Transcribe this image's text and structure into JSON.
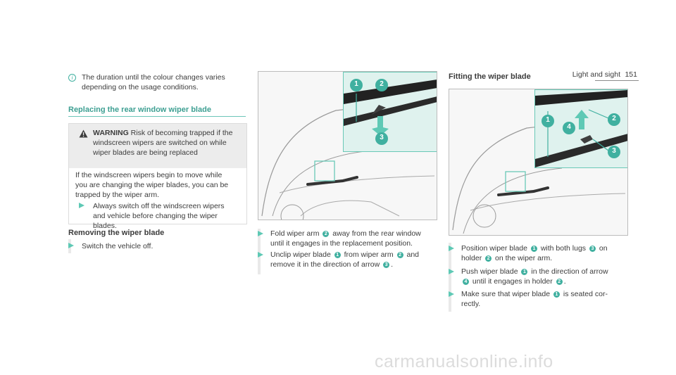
{
  "header": {
    "section": "Light and sight",
    "page": "151"
  },
  "note": {
    "icon": "info-icon",
    "text_line1": "The duration until the colour changes varies",
    "text_line2": "depending on the usage conditions."
  },
  "replacing": {
    "heading": "Replacing the rear window wiper blade",
    "warning": {
      "label": "WARNING",
      "text_line1": "Risk of becoming trapped if the",
      "text_line2": "windscreen wipers are switched on while",
      "text_line3": "wiper blades are being replaced",
      "body_line1": "If the windscreen wipers begin to move while",
      "body_line2": "you are changing the wiper blades, you can be",
      "body_line3": "trapped by the wiper arm.",
      "bullet_line1": "Always switch off the windscreen wipers",
      "bullet_line2": "and vehicle before changing the wiper",
      "bullet_line3": "blades."
    }
  },
  "removing": {
    "heading": "Removing the wiper blade",
    "step1": "Switch the vehicle off.",
    "step2_a": "Fold wiper arm",
    "step2_b": "away from the rear window",
    "step2_c": "until it engages in the replacement position.",
    "step3_a": "Unclip wiper blade",
    "step3_b": "from wiper arm",
    "step3_c": "and",
    "step3_d": "remove it in the direction of arrow",
    "step3_e": "."
  },
  "fitting": {
    "heading": "Fitting the wiper blade",
    "step1_a": "Position wiper blade",
    "step1_b": "with both lugs",
    "step1_c": "on",
    "step1_d": "holder",
    "step1_e": "on the wiper arm.",
    "step2_a": "Push wiper blade",
    "step2_b": "in the direction of arrow",
    "step2_c": "until it engages in holder",
    "step2_d": ".",
    "step3_a": "Make sure that wiper blade",
    "step3_b": "is seated cor-",
    "step3_c": "rectly."
  },
  "badges": {
    "n1": "1",
    "n2": "2",
    "n3": "3",
    "n4": "4"
  },
  "colors": {
    "accent": "#40b0a0",
    "heading": "#3d9f92",
    "arrow": "#5ec9b5"
  },
  "watermark": "carmanualsonline.info"
}
